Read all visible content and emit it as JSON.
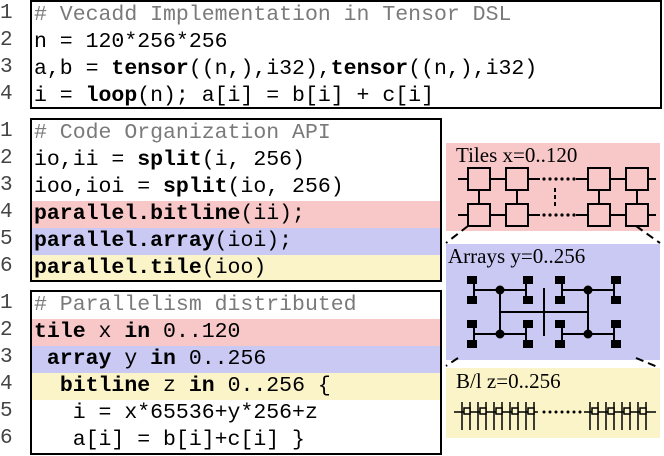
{
  "panel1": {
    "lines": [
      {
        "num": "1",
        "text": "# Vecadd Implementation in Tensor DSL"
      },
      {
        "num": "2",
        "text": "n = 120*256*256"
      },
      {
        "num": "3",
        "pre": "a,b = ",
        "kw1": "tensor",
        "mid": "((n,),i32),",
        "kw2": "tensor",
        "post": "((n,),i32)"
      },
      {
        "num": "4",
        "pre": "i = ",
        "kw1": "loop",
        "post": "(n); a[i] = b[i] + c[i]"
      }
    ]
  },
  "panel2": {
    "lines": [
      {
        "num": "1",
        "text": "# Code Organization API"
      },
      {
        "num": "2",
        "pre": "io,ii = ",
        "kw": "split",
        "post": "(i, 256)"
      },
      {
        "num": "3",
        "pre": "ioo,ioi = ",
        "kw": "split",
        "post": "(io, 256)"
      },
      {
        "num": "4",
        "kw": "parallel.bitline",
        "post": "(ii);"
      },
      {
        "num": "5",
        "kw": "parallel.array",
        "post": "(ioi);"
      },
      {
        "num": "6",
        "kw": "parallel.tile",
        "post": "(ioo)"
      }
    ]
  },
  "panel3": {
    "lines": [
      {
        "num": "1",
        "text": "# Parallelism distributed"
      },
      {
        "num": "2",
        "kw1": "tile",
        "mid": " x ",
        "kw2": "in",
        "post": " 0..120"
      },
      {
        "num": "3",
        "pre": " ",
        "kw1": "array",
        "mid": " y ",
        "kw2": "in",
        "post": " 0..256"
      },
      {
        "num": "4",
        "pre": "  ",
        "kw1": "bitline",
        "mid": " z ",
        "kw2": "in",
        "post": " 0..256 {"
      },
      {
        "num": "5",
        "text": "   i = x*65536+y*256+z"
      },
      {
        "num": "6",
        "text": "   a[i] = b[i]+c[i] }"
      }
    ]
  },
  "diagram": {
    "tiles_label": "Tiles x=0..120",
    "arrays_label": "Arrays y=0..256",
    "bitline_label": "B/l z=0..256"
  },
  "colors": {
    "red_highlight": "#f8c8c8",
    "blue_highlight": "#c9c9f3",
    "yellow_highlight": "#fbf4c8",
    "comment": "#7a7a7a"
  }
}
